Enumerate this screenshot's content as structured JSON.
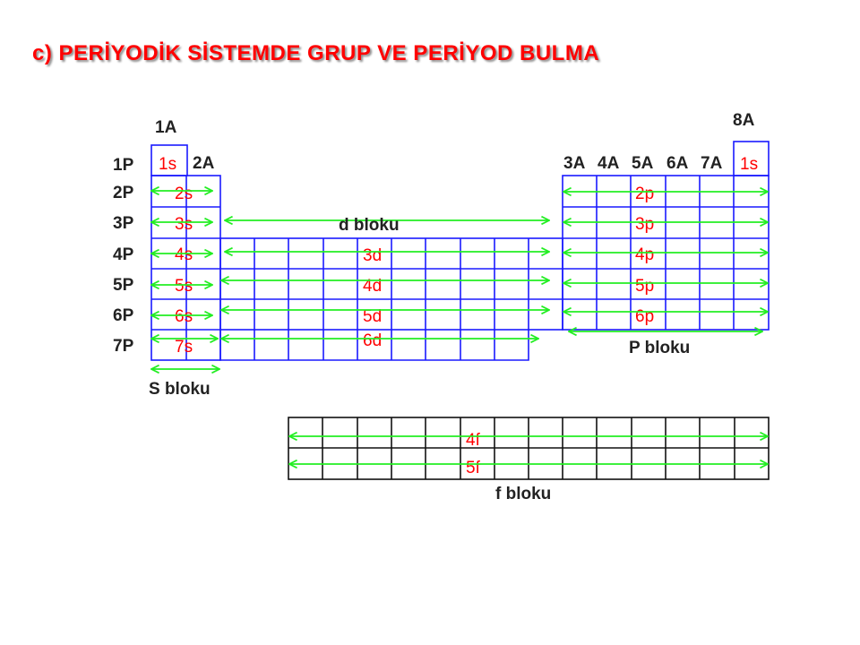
{
  "title": "c)   PERİYODİK SİSTEMDE  GRUP VE PERİYOD BULMA",
  "colors": {
    "title": "#ff0000",
    "grid_main": "#1a1aff",
    "grid_f": "#111111",
    "arrow": "#22ee22",
    "orbital_text": "#ff0000",
    "label_text": "#222222"
  },
  "groups": {
    "g1": "1A",
    "g2": "2A",
    "g3": "3A",
    "g4": "4A",
    "g5": "5A",
    "g6": "6A",
    "g7": "7A",
    "g8": "8A"
  },
  "periods": [
    "1P",
    "2P",
    "3P",
    "4P",
    "5P",
    "6P",
    "7P"
  ],
  "orbitals": {
    "s": [
      "1s",
      "2s",
      "3s",
      "4s",
      "5s",
      "6s",
      "7s"
    ],
    "s_he": "1s",
    "p": [
      "2p",
      "3p",
      "4p",
      "5p",
      "6p"
    ],
    "d": [
      "3d",
      "4d",
      "5d",
      "6d"
    ],
    "f": [
      "4f",
      "5f"
    ]
  },
  "blocks": {
    "s": "S bloku",
    "d": "d bloku",
    "p": "P bloku",
    "f": "f bloku"
  }
}
